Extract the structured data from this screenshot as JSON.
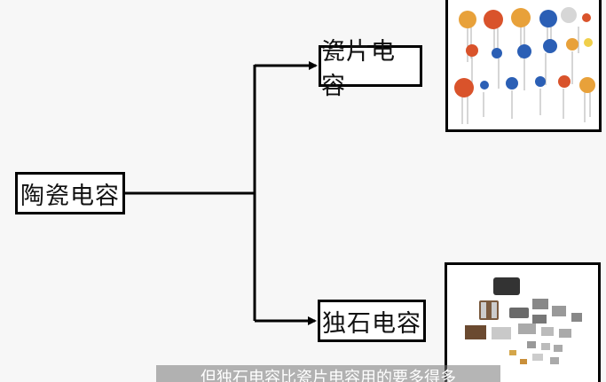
{
  "diagram": {
    "root_label": "陶瓷电容",
    "branch_top_label": "瓷片电容",
    "branch_bottom_label": "独石电容"
  },
  "images": {
    "top": "ceramic-disc-capacitors-photo",
    "bottom": "multilayer-chip-capacitors-photo"
  },
  "overlay": {
    "subtitle": "但独石电容比瓷片电容用的要多得多"
  },
  "colors": {
    "line": "#000000",
    "disc_orange": "#e8a13a",
    "disc_red": "#d9532b",
    "disc_blue": "#2b5fb5"
  }
}
